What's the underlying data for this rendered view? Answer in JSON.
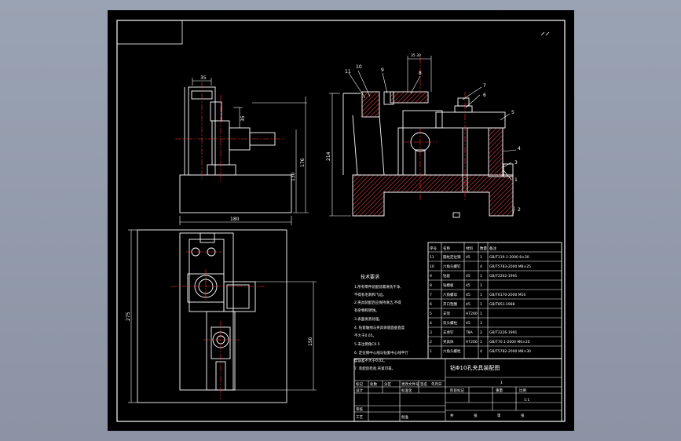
{
  "theme": {
    "background": "#8e97a8",
    "sheet": "#000000",
    "line": "#ffffff",
    "hatch": "#e04040",
    "center": "#ff3030",
    "dim": "#ffffff"
  },
  "dimensions": {
    "side_top": "35",
    "side_right": "35",
    "side_height_a": "130",
    "side_height_b": "176",
    "side_width": "180",
    "front_height": "214",
    "front_top": "35 30",
    "plan_height": "275",
    "plan_right": "150"
  },
  "balloons": [
    "1",
    "2",
    "3",
    "4",
    "5",
    "6",
    "7",
    "8",
    "9",
    "10",
    "11"
  ],
  "notes": [
    "技术要求",
    "1.所有零件装配前需清洗干净,",
    "不得有毛刺和飞边。",
    "2.夹具装配后应保持清洁,不得",
    "有杂物和锈蚀。",
    "3.表面发黑处理。",
    "4. 钻套轴线与夹具体底面垂直度",
    "不大于0.05。",
    "5.未注倒角C0.5",
    "6. 定位销中心线与钻套中心线平行",
    "度误差不大于0.02。",
    "7. 装配后检验,夹紧可靠。"
  ],
  "bom": {
    "headers": [
      "序号",
      "名称",
      "材料",
      "数量",
      "备注"
    ],
    "rows": [
      [
        "11",
        "圆柱定位销",
        "45",
        "1",
        "GB/T119.1-2000 8×30"
      ],
      [
        "10",
        "六角头螺钉",
        "",
        "4",
        "GB/T5783-2000 M8×25"
      ],
      [
        "9",
        "钻套",
        "45",
        "1",
        "GB/T2262-1991"
      ],
      [
        "8",
        "钻模板",
        "45",
        "1",
        ""
      ],
      [
        "7",
        "六角螺母",
        "45",
        "1",
        "GB/T6170-2000 M10"
      ],
      [
        "6",
        "开口垫圈",
        "45",
        "1",
        "GB/T851-1988"
      ],
      [
        "5",
        "支架",
        "HT200",
        "1",
        ""
      ],
      [
        "4",
        "双头螺柱",
        "45",
        "1",
        ""
      ],
      [
        "3",
        "支承钉",
        "T8A",
        "2",
        "GB/T2226-1991"
      ],
      [
        "2",
        "夹具体",
        "HT200",
        "1",
        "GB/T70.1-2000 M6×20"
      ],
      [
        "1",
        "六角头螺栓",
        "",
        "4",
        "GB/T5782-2000 M8×30"
      ]
    ]
  },
  "title_block": {
    "drawing_title": "钻Φ10孔夹具装配图",
    "labels": [
      "标记",
      "处数",
      "分区",
      "更改文件号",
      "签名",
      "年月日",
      "设计",
      "标准化",
      "审核",
      "工艺",
      "批准",
      "阶段标记",
      "重量",
      "比例",
      "共",
      "张",
      "第",
      "张"
    ],
    "scale": "1:1",
    "qty": "1"
  }
}
